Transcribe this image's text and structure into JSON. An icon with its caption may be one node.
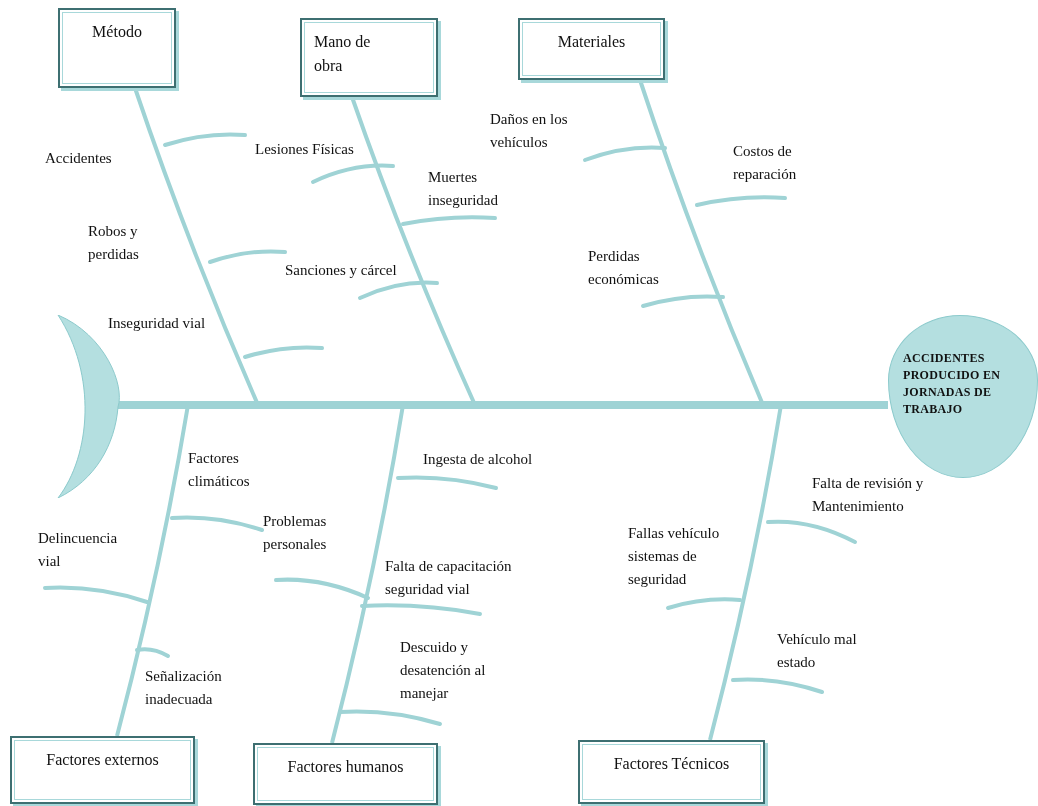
{
  "diagram": {
    "nodes": [
      {
        "text": [
          "Método"
        ]
      },
      {
        "text": [
          "Mano de obra"
        ]
      },
      {
        "text": [
          "Materiales"
        ]
      },
      {
        "text": [],
        "shape": "crescent"
      },
      {
        "text": [
          "ACCIDENTES PRODUCIDO EN JORNADAS DE TRABAJO"
        ]
      },
      {
        "text": [
          "Factores externos"
        ]
      },
      {
        "text": [
          "Factores humanos"
        ]
      },
      {
        "text": [
          "Factores Técnicos"
        ]
      }
    ],
    "edges": [
      {
        "from": 3,
        "to": 4,
        "arrow": "none",
        "style": "thick"
      },
      {
        "from": 0,
        "to": 4,
        "arrow": "none"
      },
      {
        "from": 1,
        "to": 4,
        "arrow": "none"
      },
      {
        "from": 2,
        "to": 4,
        "arrow": "none"
      },
      {
        "from": 5,
        "to": 4,
        "arrow": "none"
      },
      {
        "from": 6,
        "to": 4,
        "arrow": "none"
      },
      {
        "from": 7,
        "to": 4,
        "arrow": "none"
      }
    ],
    "labels": [
      "Daños en los vehículos",
      "Accidentes",
      "Lesiones Físicas",
      "Costos de reparación",
      "Muertes inseguridad",
      "Robos y perdidas",
      "Sanciones y cárcel",
      "Perdidas económicas",
      "Inseguridad vial",
      "Factores climáticos",
      "Ingesta de alcohol",
      "Falta de revisión y Mantenimiento",
      "Problemas personales",
      "Delincuencia vial",
      "Fallas vehículo sistemas de seguridad",
      "Falta de capacitación seguridad vial",
      "Descuido y desatención al manejar",
      "Vehículo mal estado",
      "Señalización inadecuada"
    ]
  }
}
